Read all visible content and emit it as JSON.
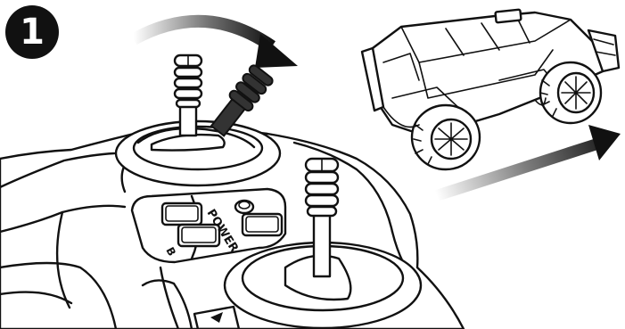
{
  "step": {
    "number": "1"
  },
  "controller": {
    "power_label": "POWER",
    "side_label": "B"
  },
  "colors": {
    "ink": "#111111",
    "background": "#ffffff",
    "arrow_dark": "#1a1a1a"
  },
  "icons": {
    "rotate_arrow": "curved-arrow-icon",
    "forward_arrow": "gradient-arrow-icon"
  }
}
